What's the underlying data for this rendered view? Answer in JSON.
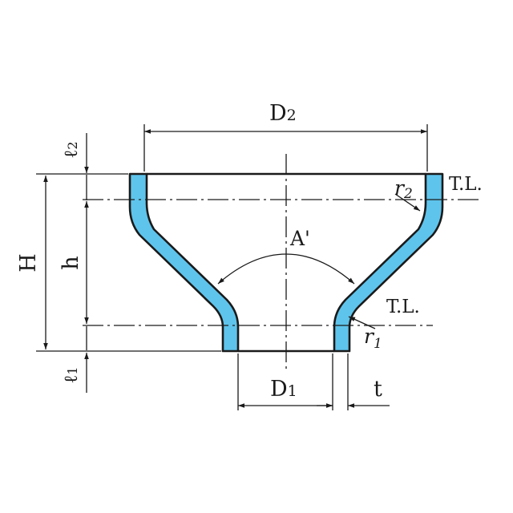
{
  "colors": {
    "wall_fill": "#5ec4ec",
    "line": "#1a1a1a",
    "background": "#ffffff"
  },
  "labels": {
    "d2": {
      "main": "D",
      "sub": "2"
    },
    "d1": {
      "main": "D",
      "sub": "1"
    },
    "h_total": "H",
    "h_cone": "h",
    "l2": {
      "main": "ℓ",
      "sub": "2"
    },
    "l1": {
      "main": "ℓ",
      "sub": "1"
    },
    "angle": "A'",
    "tl_top": "T.L.",
    "tl_bottom": "T.L.",
    "r2": {
      "main": "r",
      "sub": "2"
    },
    "r1": {
      "main": "r",
      "sub": "1"
    },
    "thickness": "t"
  }
}
